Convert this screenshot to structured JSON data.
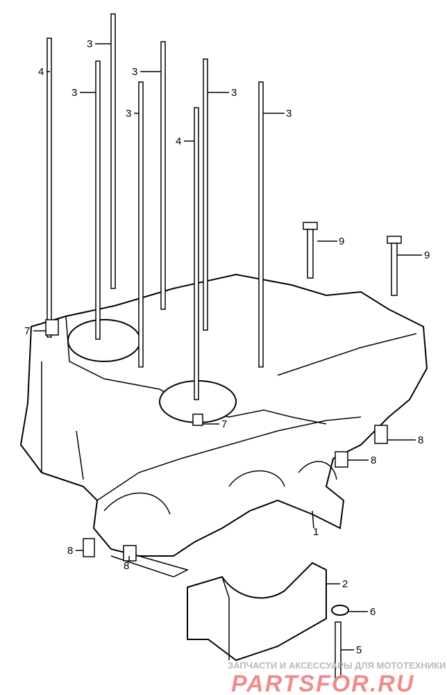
{
  "diagram": {
    "callouts": [
      {
        "id": "stud-4-left",
        "label": "4"
      },
      {
        "id": "stud-3-a",
        "label": "3"
      },
      {
        "id": "stud-3-b",
        "label": "3"
      },
      {
        "id": "stud-3-c",
        "label": "3"
      },
      {
        "id": "stud-3-d",
        "label": "3"
      },
      {
        "id": "stud-3-e",
        "label": "3"
      },
      {
        "id": "stud-3-f",
        "label": "3"
      },
      {
        "id": "stud-4-right",
        "label": "4"
      },
      {
        "id": "bolt-9-a",
        "label": "9"
      },
      {
        "id": "bolt-9-b",
        "label": "9"
      },
      {
        "id": "dowel-7-a",
        "label": "7"
      },
      {
        "id": "dowel-7-b",
        "label": "7"
      },
      {
        "id": "dowel-8-a",
        "label": "8"
      },
      {
        "id": "dowel-8-b",
        "label": "8"
      },
      {
        "id": "dowel-8-c",
        "label": "8"
      },
      {
        "id": "dowel-8-d",
        "label": "8"
      },
      {
        "id": "crankcase-1",
        "label": "1"
      },
      {
        "id": "bearing-cap-2",
        "label": "2"
      },
      {
        "id": "washer-6",
        "label": "6"
      },
      {
        "id": "bolt-5",
        "label": "5"
      }
    ]
  },
  "watermark": {
    "tagline": "ЗАПЧАСТИ И АКСЕССУАРЫ ДЛЯ МОТОТЕХНИКИ",
    "brand": "PARTSFOR.RU"
  }
}
